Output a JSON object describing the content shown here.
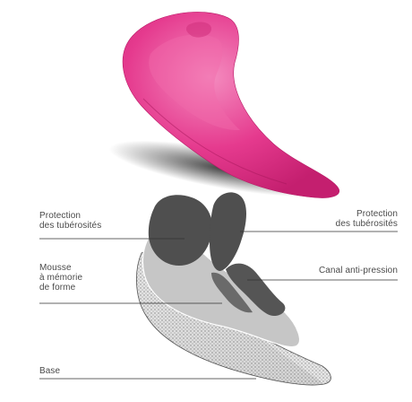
{
  "labels": {
    "tuberosity_left_line1": "Protection",
    "tuberosity_left_line2": "des tubérosités",
    "tuberosity_right_line1": "Protection",
    "tuberosity_right_line2": "des tubérosités",
    "foam_line1": "Mousse",
    "foam_line2": "à mémorie",
    "foam_line3": "de forme",
    "channel": "Canal anti-pression",
    "base": "Base"
  },
  "colors": {
    "pad_pink": "#e52e86",
    "pad_pink_light": "#f07ab4",
    "dark_gray": "#4d4d4d",
    "light_gray": "#c8c8c8",
    "base_gray": "#dcdcdc",
    "label_text": "#4a4a4a",
    "leader_line": "#333333"
  }
}
